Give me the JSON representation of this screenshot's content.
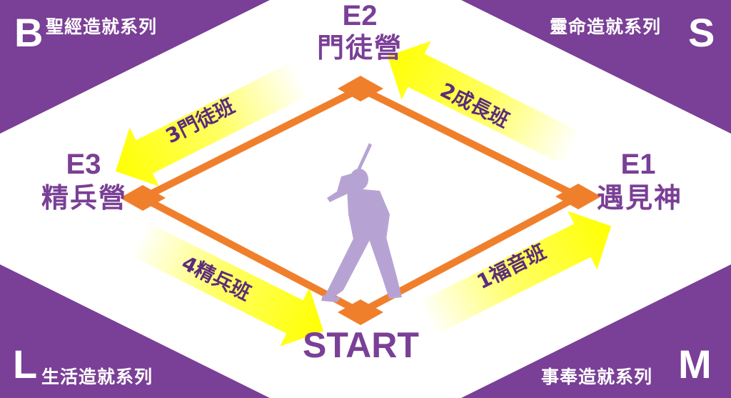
{
  "corners": {
    "top_left": {
      "letter": "B",
      "label": "聖經造就系列"
    },
    "top_right": {
      "letter": "S",
      "label": "靈命造就系列"
    },
    "bottom_left": {
      "letter": "L",
      "label": "生活造就系列"
    },
    "bottom_right": {
      "letter": "M",
      "label": "事奉造就系列"
    }
  },
  "stages": {
    "e1": {
      "code": "E1",
      "name": "遇見神"
    },
    "e2": {
      "code": "E2",
      "name": "門徒營"
    },
    "e3": {
      "code": "E3",
      "name": "精兵營"
    },
    "start": "START"
  },
  "classes": {
    "c1": "1福音班",
    "c2": "2成長班",
    "c3": "3門徒班",
    "c4": "4精兵班"
  },
  "colors": {
    "purple": "#7a3f96",
    "orange": "#f07f2c",
    "yellow": "#ffff00",
    "silhouette": "#b7a3d3"
  }
}
